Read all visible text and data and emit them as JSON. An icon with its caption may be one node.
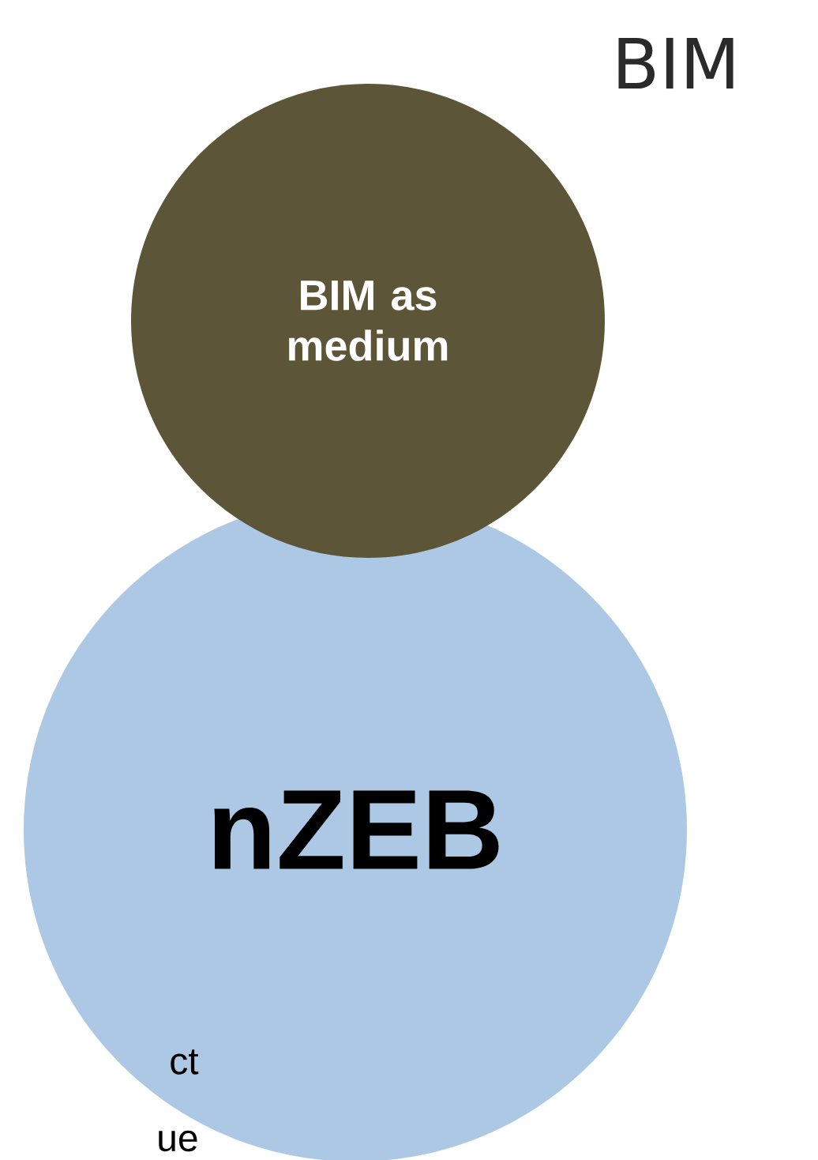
{
  "diagram": {
    "nodes": [
      {
        "text": [
          "BIM as medium"
        ]
      },
      {
        "text": [
          "nZEB"
        ]
      }
    ],
    "labels": [
      "BIM",
      "ct",
      "ue"
    ]
  }
}
